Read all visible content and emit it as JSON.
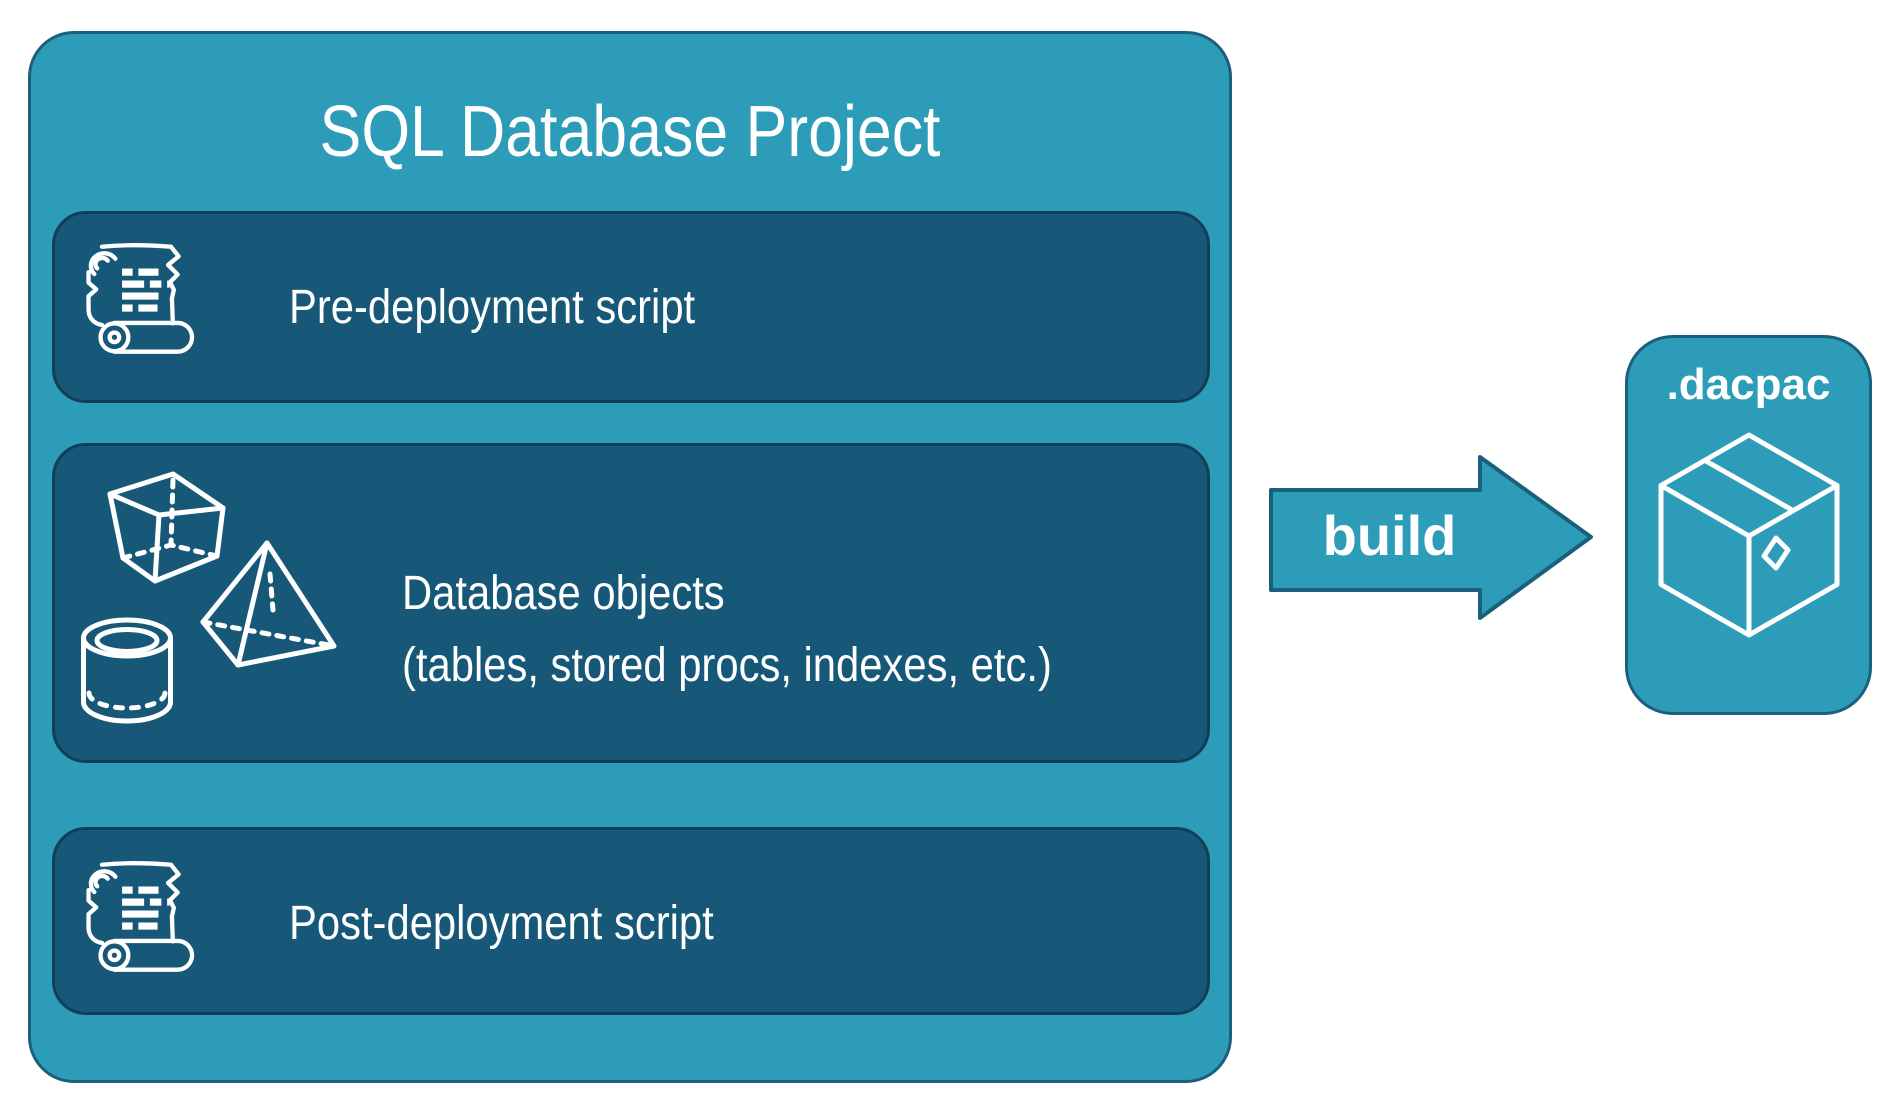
{
  "colors": {
    "teal": "#2D9CB8",
    "teal_border": "#1A607C",
    "panel": "#175878",
    "panel_border": "#123F58",
    "white": "#FFFFFF"
  },
  "project": {
    "title": "SQL Database Project",
    "sections": [
      {
        "id": "pre-deployment",
        "label": "Pre-deployment script",
        "icon": "scroll-icon"
      },
      {
        "id": "database-objects",
        "line1": "Database objects",
        "line2": "(tables, stored procs, indexes, etc.)",
        "icons": [
          "cube-icon",
          "pyramid-icon",
          "cylinder-icon"
        ]
      },
      {
        "id": "post-deployment",
        "label": "Post-deployment script",
        "icon": "scroll-icon"
      }
    ]
  },
  "arrow": {
    "label": "build",
    "direction": "right"
  },
  "artifact": {
    "label": ".dacpac",
    "icon": "package-icon"
  }
}
